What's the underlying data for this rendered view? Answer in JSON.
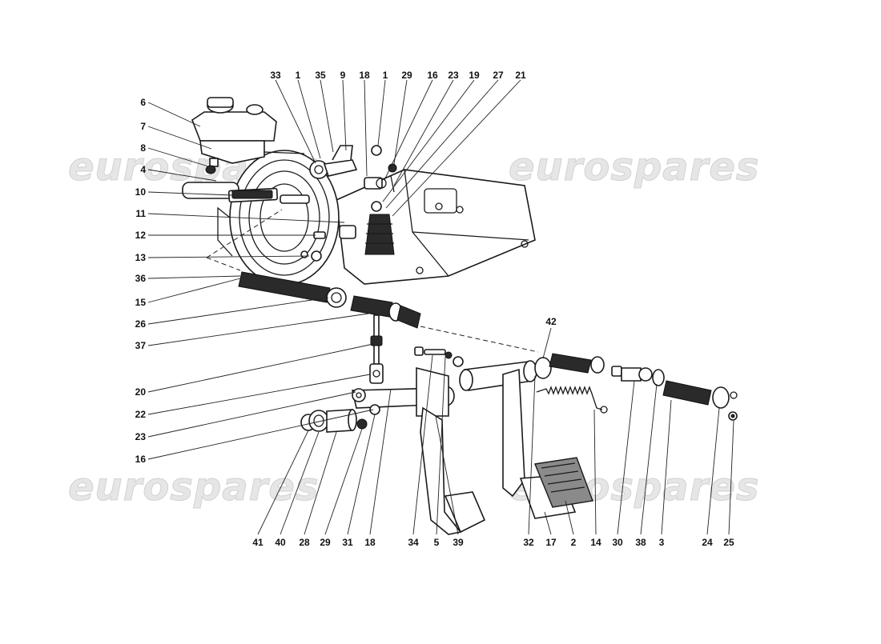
{
  "watermark": "eurospares",
  "callouts_top": [
    "33",
    "1",
    "35",
    "9",
    "18",
    "1",
    "29",
    "16",
    "23",
    "19",
    "27",
    "21"
  ],
  "callouts_left": [
    "6",
    "7",
    "8",
    "4",
    "10",
    "11",
    "12",
    "13",
    "36",
    "15",
    "26",
    "37",
    "20",
    "22",
    "23",
    "16"
  ],
  "callout_42": "42",
  "callouts_bottom": [
    "41",
    "40",
    "28",
    "29",
    "31",
    "18",
    "34",
    "5",
    "39",
    "32",
    "17",
    "2",
    "14",
    "30",
    "38",
    "3",
    "24",
    "25"
  ],
  "colors": {
    "ink": "#1a1a1a",
    "watermark": "#e6e6e6",
    "background": "#ffffff"
  }
}
